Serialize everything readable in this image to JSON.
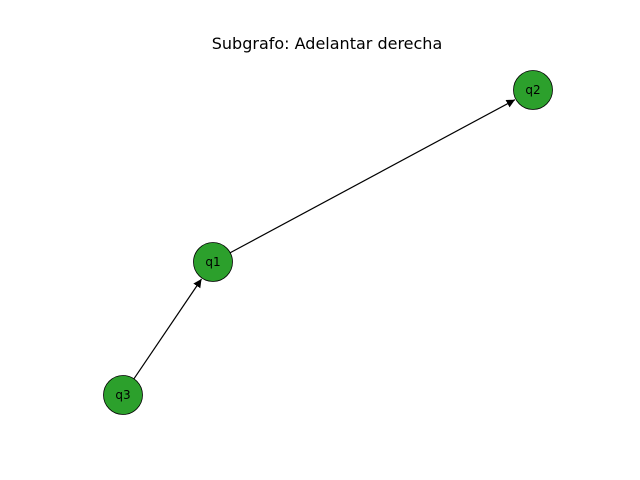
{
  "title": "Subgrafo: Adelantar derecha",
  "colors": {
    "node_fill": "#2ca02c",
    "node_stroke": "#000000",
    "edge": "#000000",
    "background": "#ffffff"
  },
  "nodes": [
    {
      "id": "q1",
      "label": "q1"
    },
    {
      "id": "q2",
      "label": "q2"
    },
    {
      "id": "q3",
      "label": "q3"
    }
  ],
  "edges": [
    {
      "source": "q1",
      "target": "q2"
    },
    {
      "source": "q3",
      "target": "q1"
    }
  ]
}
